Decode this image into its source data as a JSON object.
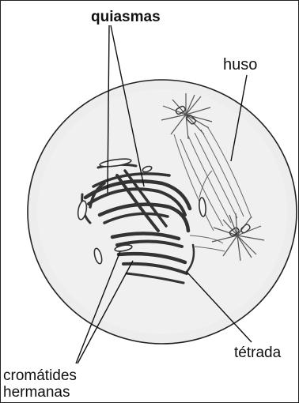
{
  "labels": {
    "quiasmas": "quiasmas",
    "huso": "huso",
    "tetrada": "tétrada",
    "cromatides": "cromátides",
    "hermanas": "hermanas"
  },
  "colors": {
    "outline": "#222222",
    "cell_fill": "#ededed",
    "chromosome": "#333333",
    "background": "#ffffff"
  }
}
